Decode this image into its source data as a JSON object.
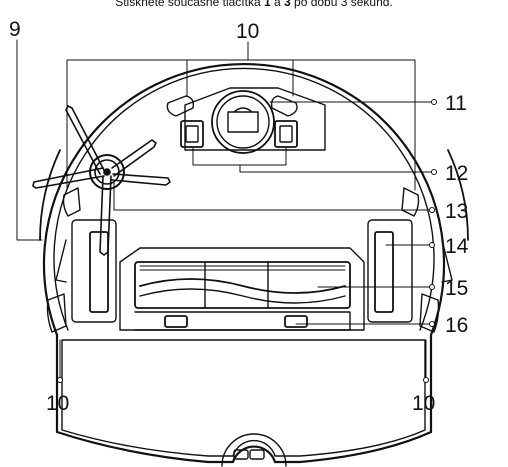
{
  "caption": {
    "before": "Stiskněte současně tlačítka ",
    "key1": "1",
    "between": " a ",
    "key3": "3",
    "after": " po dobu 3 sekund."
  },
  "callouts": {
    "n9": "9",
    "n10_top": "10",
    "n10_left": "10",
    "n10_right": "10",
    "n11": "11",
    "n12": "12",
    "n13": "13",
    "n14": "14",
    "n15": "15",
    "n16": "16"
  },
  "colors": {
    "line": "#111111",
    "fill": "#ffffff"
  }
}
